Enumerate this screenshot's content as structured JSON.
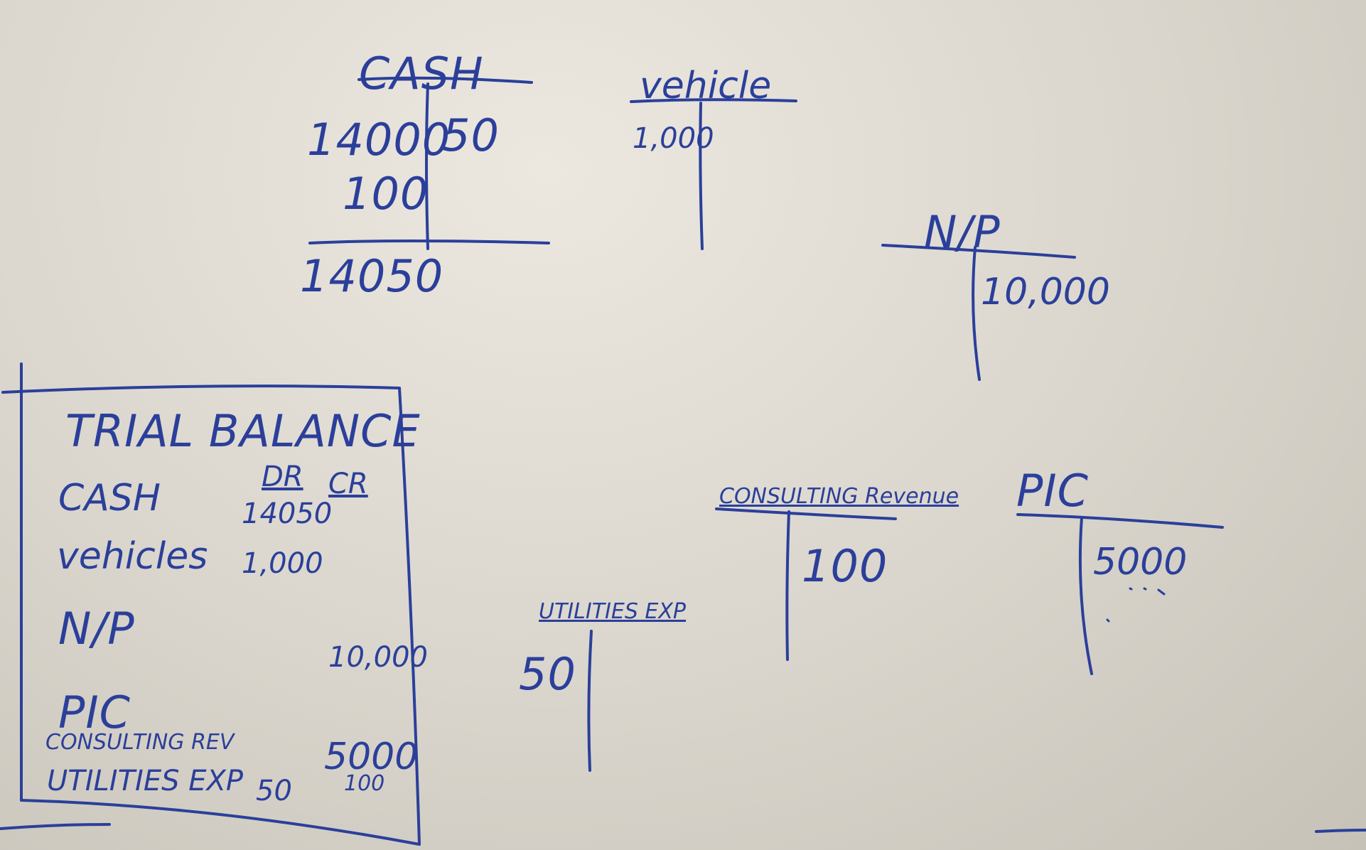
{
  "accounts": {
    "cash": {
      "title": "CASH",
      "debits": [
        "14000",
        "100"
      ],
      "credits": [
        "50"
      ],
      "balance": "14050"
    },
    "vehicle": {
      "title": "vehicle",
      "debits": [
        "1,000"
      ],
      "credits": []
    },
    "notes_payable": {
      "title": "N/P",
      "debits": [],
      "credits": [
        "10,000"
      ]
    },
    "consulting_revenue": {
      "title": "CONSULTING Revenue",
      "debits": [],
      "credits": [
        "100"
      ]
    },
    "paid_in_capital": {
      "title": "PIC",
      "debits": [],
      "credits": [
        "5000"
      ]
    },
    "utilities_expense": {
      "title": "UTILITIES EXP",
      "debits": [
        "50"
      ],
      "credits": []
    }
  },
  "trial_balance": {
    "title": "TRIAL BALANCE",
    "col_dr": "DR",
    "col_cr": "CR",
    "rows": [
      {
        "label": "CASH",
        "dr": "14050",
        "cr": ""
      },
      {
        "label": "vehicles",
        "dr": "1,000",
        "cr": ""
      },
      {
        "label": "N/P",
        "dr": "",
        "cr": "10,000"
      },
      {
        "label": "PIC",
        "dr": "",
        "cr": "5000"
      },
      {
        "label": "CONSULTING REV",
        "dr": "",
        "cr": "100"
      },
      {
        "label": "UTILITIES EXP",
        "dr": "50",
        "cr": ""
      }
    ]
  }
}
